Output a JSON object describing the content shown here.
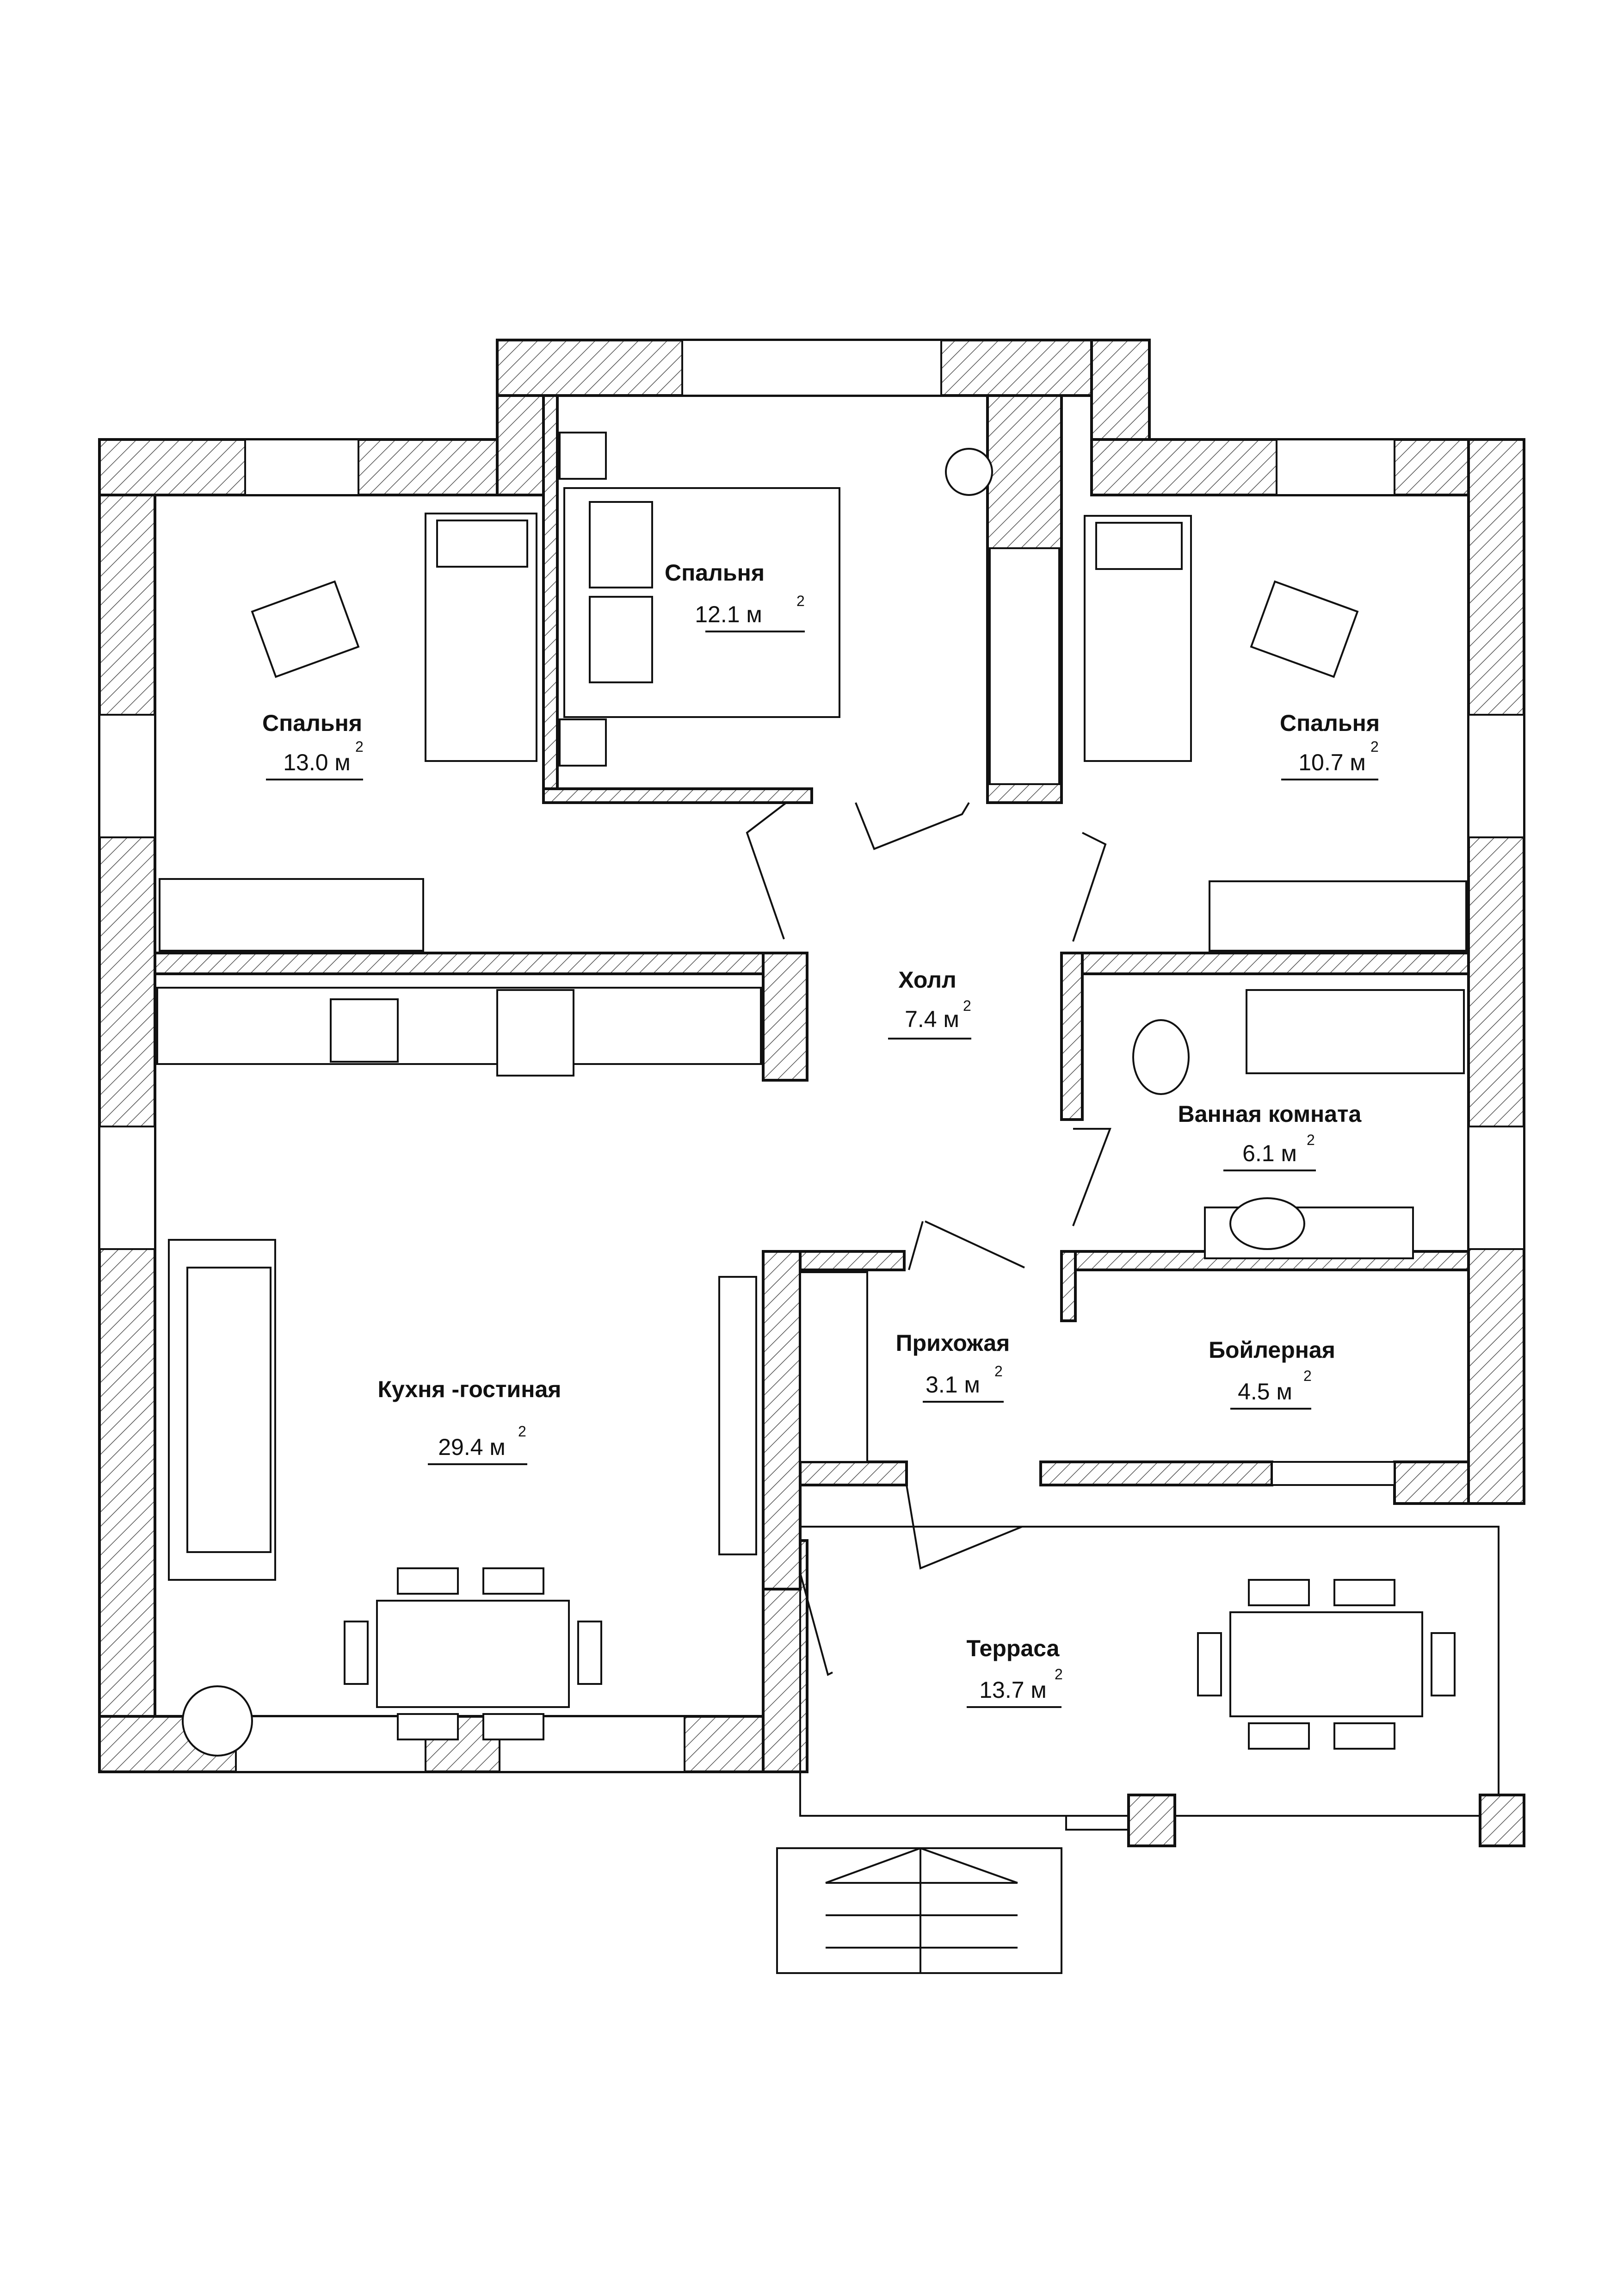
{
  "rooms": {
    "bedroom_center": {
      "name": "Спальня",
      "area": "12.1 м",
      "sup": "2"
    },
    "bedroom_left": {
      "name": "Спальня",
      "area": "13.0 м",
      "sup": "2"
    },
    "bedroom_right": {
      "name": "Спальня",
      "area": "10.7 м",
      "sup": "2"
    },
    "hall": {
      "name": "Холл",
      "area": "7.4 м",
      "sup": "2"
    },
    "bathroom": {
      "name": "Ванная комната",
      "area": "6.1 м",
      "sup": "2"
    },
    "entrance": {
      "name": "Прихожая",
      "area": "3.1 м",
      "sup": "2"
    },
    "boiler": {
      "name": "Бойлерная",
      "area": "4.5 м",
      "sup": "2"
    },
    "kitchen_living": {
      "name": "Кухня -гостиная",
      "area": "29.4 м",
      "sup": "2"
    },
    "terrace": {
      "name": "Терраса",
      "area": "13.7 м",
      "sup": "2"
    }
  },
  "colors": {
    "line": "#111111",
    "background": "#ffffff"
  }
}
